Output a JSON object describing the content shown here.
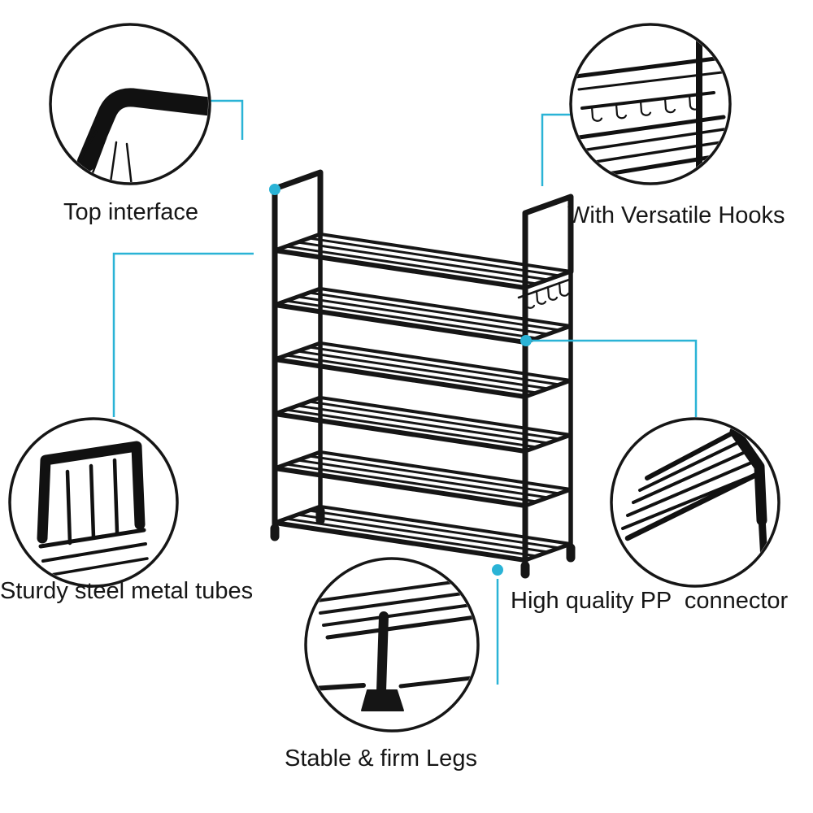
{
  "colors": {
    "accent_cyan": "#2ab3d6",
    "ink": "#161616",
    "background": "#ffffff"
  },
  "product": {
    "subject": "6-tier metal shoe rack with side hooks",
    "shelf_count": 6,
    "hook_count": 5
  },
  "callouts": [
    {
      "id": "top-interface",
      "label": "Top interface"
    },
    {
      "id": "versatile-hooks",
      "label": "With Versatile Hooks"
    },
    {
      "id": "steel-tubes",
      "label": "Sturdy steel metal tubes"
    },
    {
      "id": "pp-connector",
      "label": "High quality PP  connector"
    },
    {
      "id": "firm-legs",
      "label": "Stable & firm Legs"
    }
  ]
}
